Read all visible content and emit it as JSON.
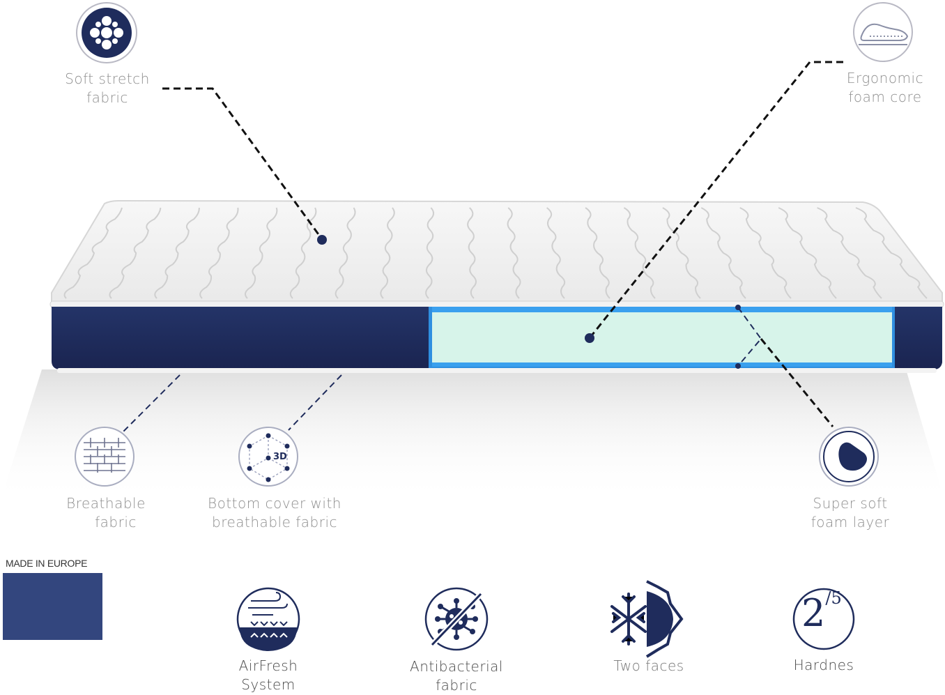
{
  "features": {
    "soft_stretch": {
      "line1": "Soft stretch",
      "line2": "fabric"
    },
    "ergonomic": {
      "line1": "Ergonomic",
      "line2": "foam core"
    },
    "breathable": {
      "line1": "Breathable",
      "line2": "fabric"
    },
    "bottom_cover": {
      "line1": "Bottom cover with",
      "line2": "breathable fabric"
    },
    "super_soft": {
      "line1": "Super soft",
      "line2": "foam layer"
    },
    "three_d_text": "3D"
  },
  "badges": {
    "made_in": "MADE IN EUROPE",
    "airfresh": {
      "line1": "AirFresh",
      "line2": "System"
    },
    "antibacterial": {
      "line1": "Antibacterial",
      "line2": "fabric"
    },
    "two_faces": "Two faces",
    "hardness": {
      "label": "Hardnes",
      "big": "2",
      "small": "/5",
      "value": 2,
      "max": 5
    }
  },
  "colors": {
    "navy": "#1f2c5c",
    "foam": "#d7f4ea",
    "blue_edge": "#2f8fe0",
    "eu_blue": "#33467e",
    "eu_star": "#f5d21a"
  }
}
